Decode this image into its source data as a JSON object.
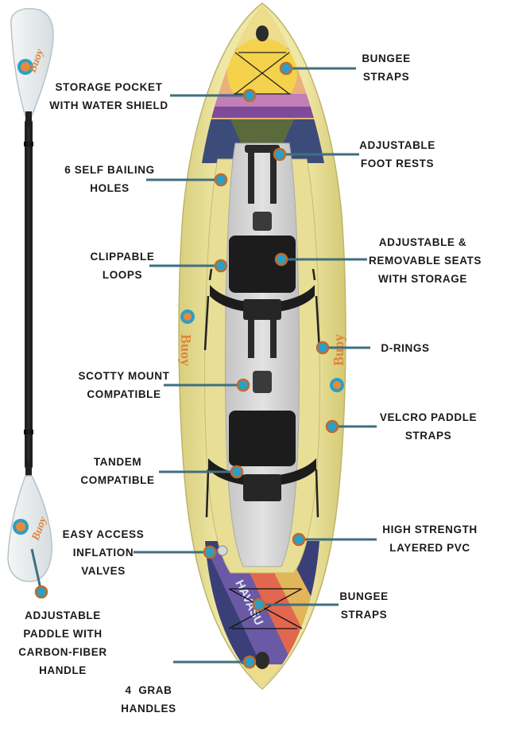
{
  "brand": {
    "logo_text": "Buoy",
    "hull_text": "HAVASU"
  },
  "colors": {
    "accent": "#2c9fc4",
    "leader_line": "#3f6f80",
    "hull": "#ebe29a",
    "seat": "#1c1c1c",
    "floor": "#cfcfcf"
  },
  "labels": [
    {
      "id": "bungee-straps-top",
      "lines": [
        "BUNGEE",
        "STRAPS"
      ]
    },
    {
      "id": "storage-pocket",
      "lines": [
        "STORAGE POCKET",
        "WITH WATER SHIELD"
      ]
    },
    {
      "id": "adjustable-foot-rests",
      "lines": [
        "ADJUSTABLE",
        "FOOT RESTS"
      ]
    },
    {
      "id": "self-bailing-holes",
      "lines": [
        "6 SELF BAILING",
        "HOLES"
      ]
    },
    {
      "id": "adjustable-seats",
      "lines": [
        "ADJUSTABLE &",
        "REMOVABLE SEATS",
        "WITH STORAGE"
      ]
    },
    {
      "id": "clippable-loops",
      "lines": [
        "CLIPPABLE",
        "LOOPS"
      ]
    },
    {
      "id": "d-rings",
      "lines": [
        "D-RINGS"
      ]
    },
    {
      "id": "scotty-mount",
      "lines": [
        "SCOTTY MOUNT",
        "COMPATIBLE"
      ]
    },
    {
      "id": "velcro-paddle-straps",
      "lines": [
        "VELCRO PADDLE",
        "STRAPS"
      ]
    },
    {
      "id": "tandem-compatible",
      "lines": [
        "TANDEM",
        "COMPATIBLE"
      ]
    },
    {
      "id": "high-strength-pvc",
      "lines": [
        "HIGH STRENGTH",
        "LAYERED PVC"
      ]
    },
    {
      "id": "inflation-valves",
      "lines": [
        "EASY ACCESS",
        "INFLATION",
        "VALVES"
      ]
    },
    {
      "id": "bungee-straps-bottom",
      "lines": [
        "BUNGEE",
        "STRAPS"
      ]
    },
    {
      "id": "adjustable-paddle",
      "lines": [
        "ADJUSTABLE",
        "PADDLE WITH",
        "CARBON-FIBER",
        "HANDLE"
      ]
    },
    {
      "id": "grab-handles",
      "lines": [
        "4  GRAB",
        "HANDLES"
      ]
    }
  ]
}
